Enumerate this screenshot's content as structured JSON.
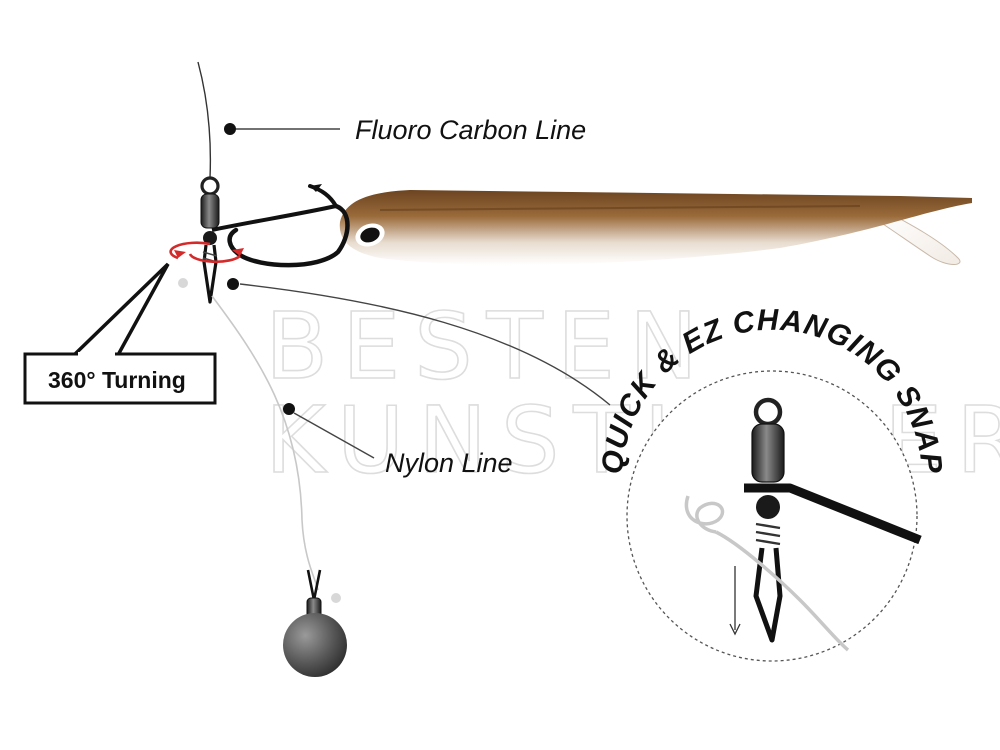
{
  "labels": {
    "fluoro": "Fluoro Carbon Line",
    "nylon": "Nylon Line",
    "turning": "360° Turning",
    "snap_arc": "QUICK & EZ CHANGING SNAP"
  },
  "watermark": {
    "line1": "BESTEN",
    "line2": "KUNSTKÖDER"
  },
  "colors": {
    "ink": "#111111",
    "lure_brown": "#8a5a2c",
    "rotation_arrow": "#d42a2a",
    "sinker": "#555555",
    "nylon_line": "#c8c8c8"
  }
}
